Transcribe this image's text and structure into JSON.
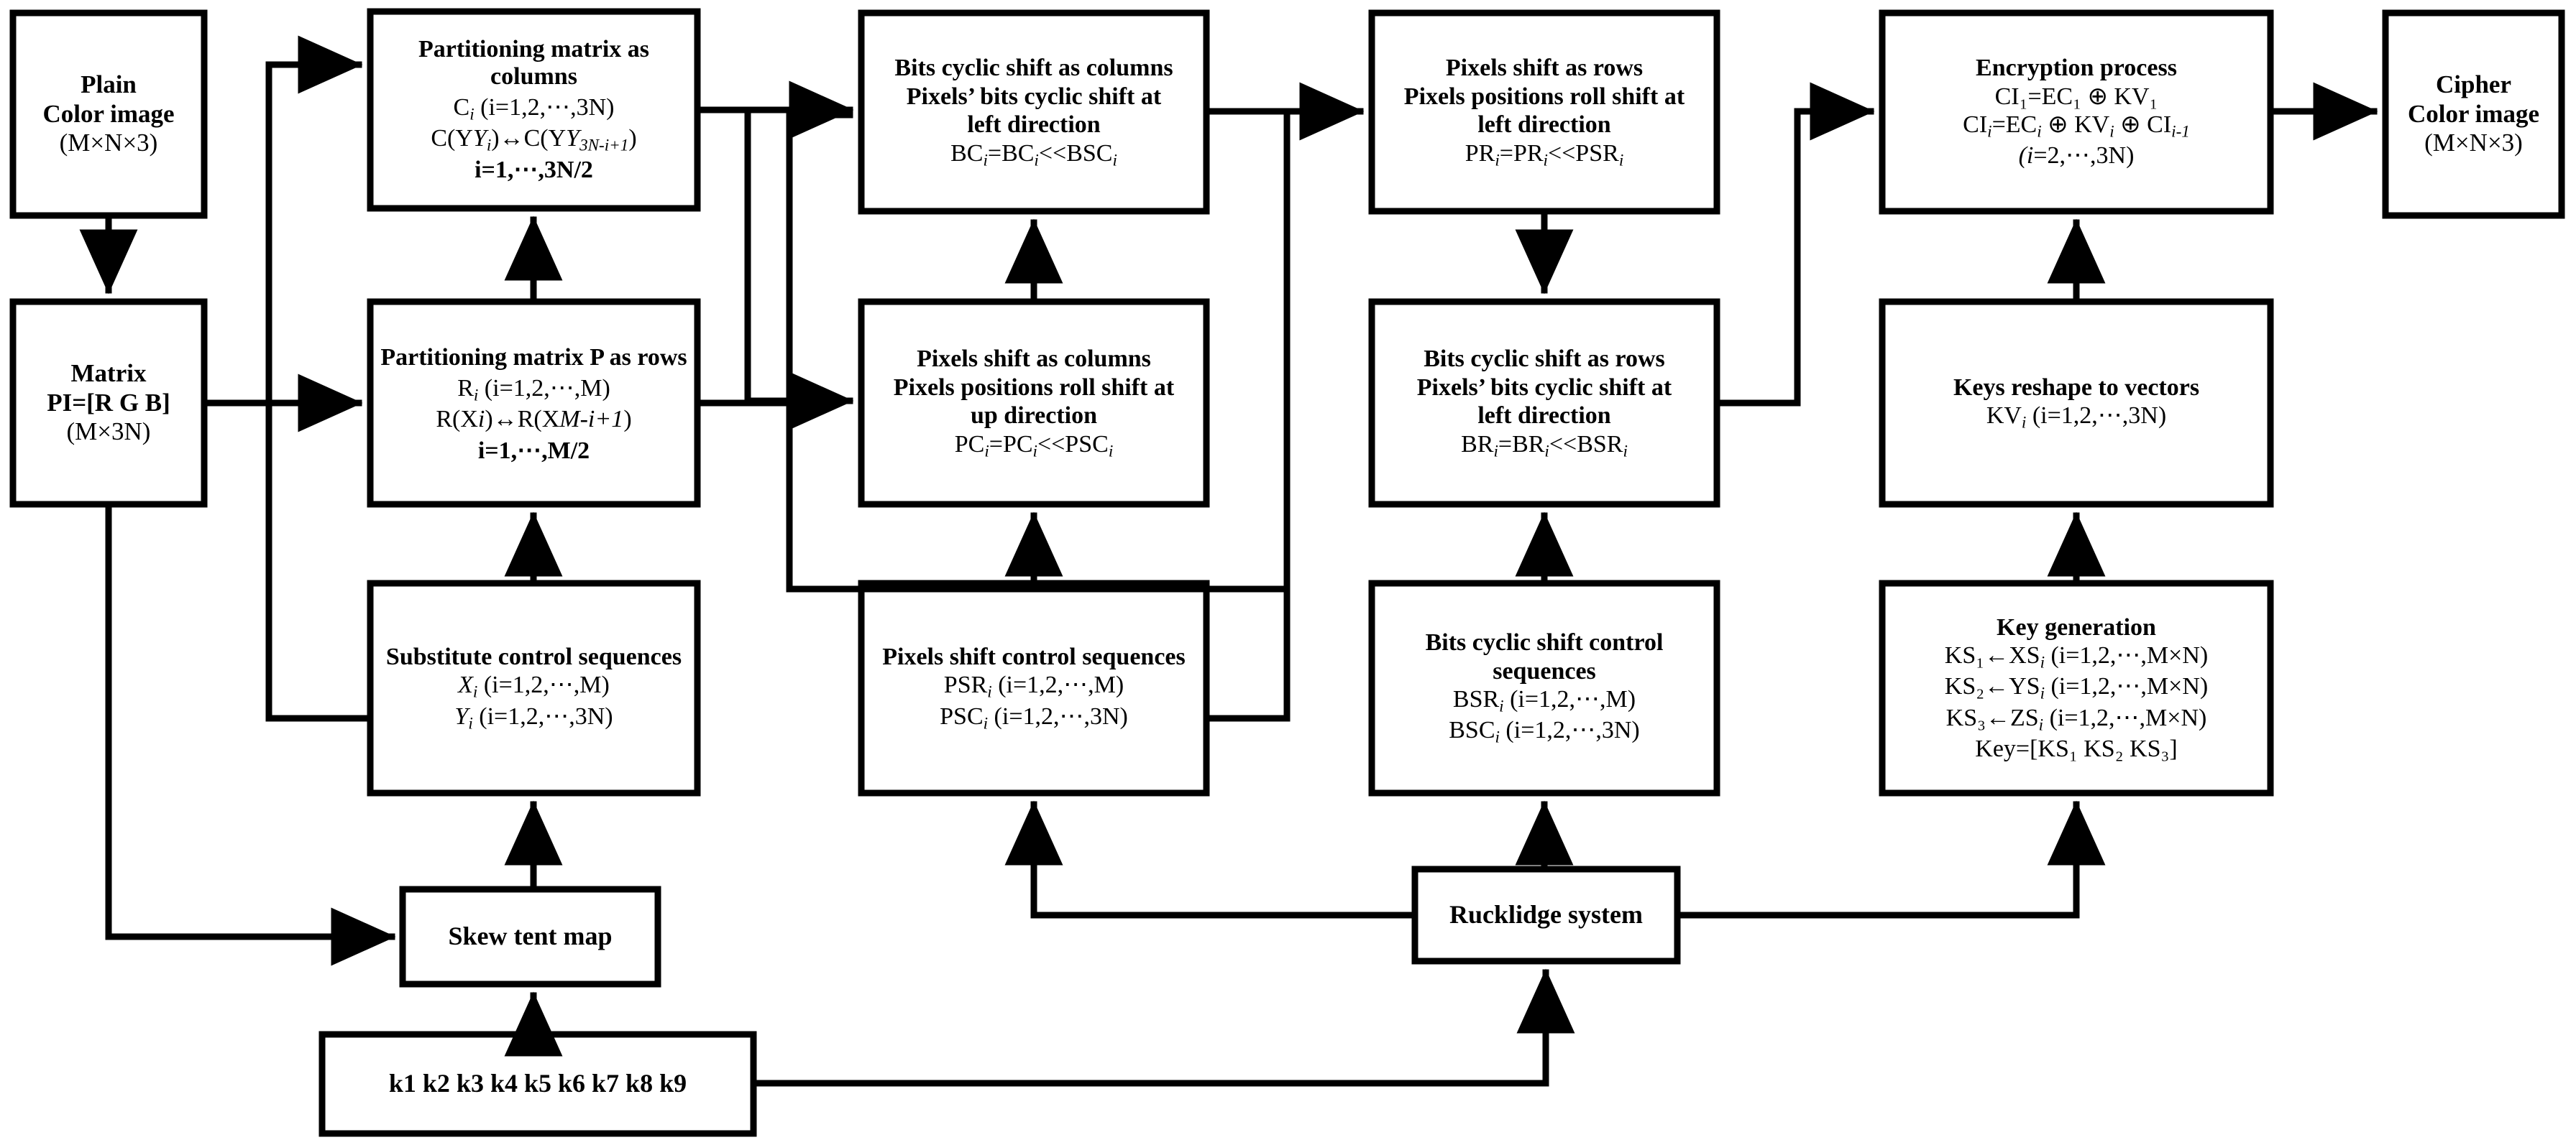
{
  "diagram": {
    "title": "Color image encryption flowchart",
    "line_color": "#000000",
    "box_fill": "#ffffff"
  },
  "nodes": {
    "plain_image": {
      "name": "plain-color-image",
      "lines": [
        "Plain",
        "Color image",
        "(M×N×3)"
      ]
    },
    "matrix_pi": {
      "name": "matrix-pi",
      "lines": [
        "Matrix",
        "PI=[R G B]",
        "(M×3N)"
      ]
    },
    "part_cols": {
      "name": "partitioning-matrix-as-columns",
      "title": "Partitioning matrix as columns",
      "lines": [
        "C",
        "C(Y",
        "i=1,⋯,3N/2"
      ],
      "l1": "C",
      "l1a": " (i=1,2,⋯,3N)",
      "l2a": "C(Y",
      "l2b": ")↔C(Y",
      "l2c": ")",
      "l3": "i=1,⋯,3N/2"
    },
    "part_rows": {
      "name": "partitioning-matrix-p-as-rows",
      "title": "Partitioning matrix P as rows",
      "l1": "R",
      "l1a": " (i=1,2,⋯,M)",
      "l2a": "R(X",
      "l2b": ")↔R(X",
      "l2c": ")",
      "l3": "i=1,⋯,M/2"
    },
    "substitute_ctrl": {
      "name": "substitute-control-sequences",
      "title": "Substitute control sequences",
      "l1a": "X",
      "l1b": " (i=1,2,⋯,M)",
      "l2a": "Y",
      "l2b": " (i=1,2,⋯,3N)"
    },
    "bits_cols": {
      "name": "bits-cyclic-shift-as-columns",
      "t1": "Bits cyclic shift as columns",
      "t2": "Pixels’  bits cyclic shift at",
      "t3": "left direction",
      "f1a": "BC",
      "f1b": "=BC",
      "f1c": "<<BSC"
    },
    "pixels_cols": {
      "name": "pixels-shift-as-columns",
      "t1": "Pixels shift as columns",
      "t2": "Pixels positions roll shift at",
      "t3": "up direction",
      "f1a": "PC",
      "f1b": "=PC",
      "f1c": "<<PSC"
    },
    "pixels_ctrl": {
      "name": "pixels-shift-control-sequences",
      "title": "Pixels shift control sequences",
      "l1a": "PSR",
      "l1b": " (i=1,2,⋯,M)",
      "l2a": "PSC",
      "l2b": " (i=1,2,⋯,3N)"
    },
    "pixels_rows": {
      "name": "pixels-shift-as-rows",
      "t1": "Pixels shift as rows",
      "t2": "Pixels positions roll shift at",
      "t3": "left direction",
      "f1a": "PR",
      "f1b": "=PR",
      "f1c": "<<PSR"
    },
    "bits_rows": {
      "name": "bits-cyclic-shift-as-rows",
      "t1": "Bits cyclic shift as rows",
      "t2": "Pixels’  bits cyclic shift at",
      "t3": "left direction",
      "f1a": "BR",
      "f1b": "=BR",
      "f1c": "<<BSR"
    },
    "bits_ctrl": {
      "name": "bits-cyclic-shift-control-sequences",
      "t1": "Bits cyclic shift control",
      "t2": "sequences",
      "l1a": "BSR",
      "l1b": " (i=1,2,⋯,M)",
      "l2a": "BSC",
      "l2b": " (i=1,2,⋯,3N)"
    },
    "encryption": {
      "name": "encryption-process",
      "title": "Encryption process",
      "f1": "CI₁=EC₁ ⊕ KV₁",
      "f2a": "CI",
      "f2b": "=EC",
      "f2c": " ⊕ KV",
      "f2d": " ⊕ CI",
      "f3": "(i=2,⋯,3N)"
    },
    "keys_reshape": {
      "name": "keys-reshape-to-vectors",
      "title": "Keys reshape to vectors",
      "l1a": "KV",
      "l1b": "  (i=1,2,⋯,3N)"
    },
    "key_gen": {
      "name": "key-generation",
      "title": "Key generation",
      "l1a": "KS₁←XS",
      "l1b": " (i=1,2,⋯,M×N)",
      "l2a": "KS₂←YS",
      "l2b": " (i=1,2,⋯,M×N)",
      "l3a": "KS₃←ZS",
      "l3b": " (i=1,2,⋯,M×N)",
      "l4": "Key=[KS₁ KS₂ KS₃]"
    },
    "cipher_image": {
      "name": "cipher-color-image",
      "lines": [
        "Cipher",
        "Color image",
        "(M×N×3)"
      ]
    },
    "skew_tent": {
      "name": "skew-tent-map",
      "label": "Skew tent map"
    },
    "rucklidge": {
      "name": "rucklidge-system",
      "label": "Rucklidge system"
    },
    "keys_input": {
      "name": "key-parameters",
      "label": "k1 k2 k3 k4 k5 k6 k7 k8 k9"
    }
  }
}
